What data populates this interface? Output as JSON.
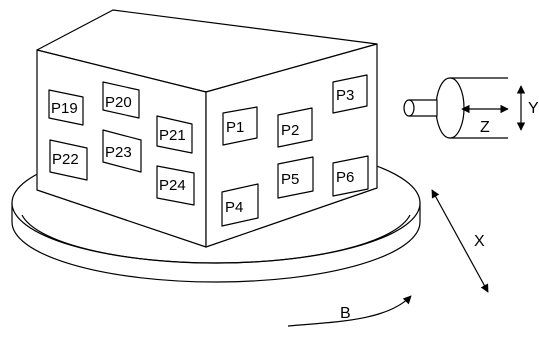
{
  "positions": {
    "left_face": [
      "P19",
      "P20",
      "P21",
      "P22",
      "P23",
      "P24"
    ],
    "right_face": [
      "P1",
      "P2",
      "P3",
      "P4",
      "P5",
      "P6"
    ]
  },
  "axes": {
    "x": "X",
    "y": "Y",
    "z": "Z",
    "b": "B"
  }
}
